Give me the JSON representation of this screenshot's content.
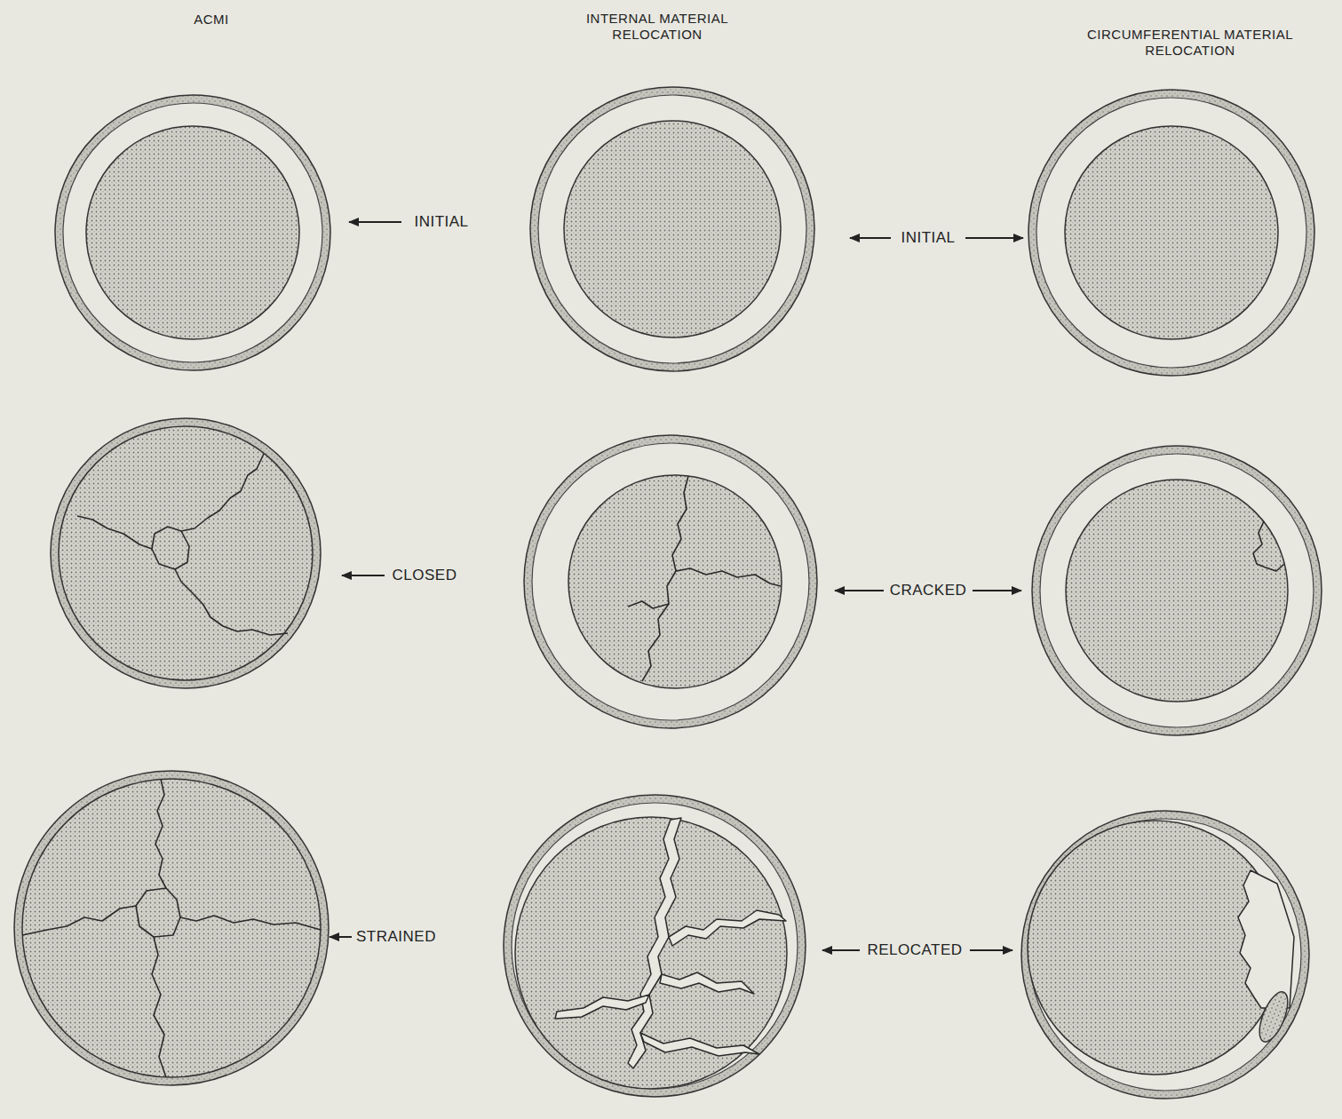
{
  "diagram": {
    "labels": [
      "ACMI",
      "INTERNAL MATERIAL RELOCATION",
      "CIRCUMFERENTIAL MATERIAL RELOCATION",
      "INITIAL",
      "INITIAL",
      "CLOSED",
      "CRACKED",
      "STRAINED",
      "RELOCATED"
    ]
  }
}
